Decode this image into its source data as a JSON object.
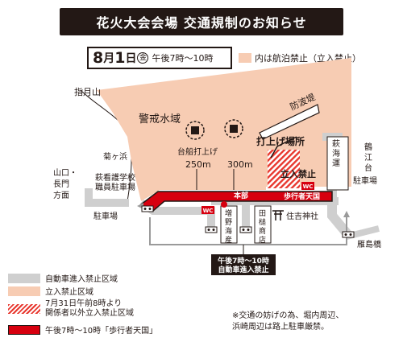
{
  "title": "花火大会会場 交通規制のお知らせ",
  "date": {
    "month": "8",
    "month_unit": "月",
    "day": "1",
    "day_unit": "日",
    "weekday": "金",
    "time": "午後7時〜10時"
  },
  "note": "内は航泊禁止（立入禁止）",
  "map": {
    "mountain": "指月山",
    "patrol_area": "警戒水域",
    "beach": "菊ヶ浜",
    "breakwater": "防波堤",
    "barge_launch": "台船打上げ",
    "dist_250": "250m",
    "dist_300": "300m",
    "launch_site": "打上げ場所",
    "no_entry": "立入禁止",
    "wc_label": "WC",
    "hagi_kaiun": "萩海運",
    "parking_right": "駐車場",
    "nursing_parking": [
      "萩看護学校",
      "職員駐車場"
    ],
    "yamaguchi_nagato": [
      "山口・",
      "長門",
      "方面"
    ],
    "parking_left": "駐車場",
    "honbu": "本部",
    "pedestrian_paradise": "歩行者天国",
    "masuno_kaisan": [
      "増",
      "野",
      "海",
      "産"
    ],
    "tachibana_shoten": [
      "田",
      "槌",
      "商",
      "店"
    ],
    "sumiyoshi": "住吉神社",
    "tsurue": [
      "鶴",
      "江",
      "台"
    ],
    "ganjima": "雁島橋",
    "restriction_box": [
      "午後7時〜10時",
      "自動車進入禁止"
    ]
  },
  "legend": {
    "vehicle": "自動車進入禁止区域",
    "no_entry_area": "立入禁止区域",
    "hatch": [
      "7月31日午前8時より",
      "関係者以外立入禁止区域"
    ],
    "pedestrian": "午後7時〜10時「歩行者天国」"
  },
  "footnote": [
    "※交通の妨げの為、堀内周辺、",
    "浜崎周辺は路上駐車厳禁。"
  ],
  "colors": {
    "peach": "#f7ccb3",
    "red": "#d7000f",
    "gray": "#cfcfcf",
    "dark": "#231815"
  }
}
